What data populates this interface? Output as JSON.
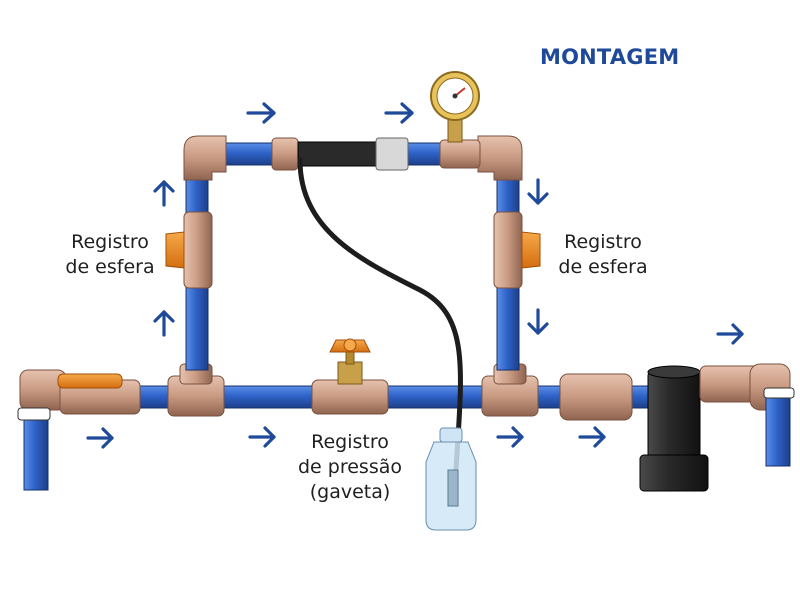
{
  "title": "MONTAGEM",
  "labels": {
    "left_valve_line1": "Registro",
    "left_valve_line2": "de esfera",
    "right_valve_line1": "Registro",
    "right_valve_line2": "de esfera",
    "gate_valve_line1": "Registro",
    "gate_valve_line2": "de pressão",
    "gate_valve_line3": "(gaveta)"
  },
  "colors": {
    "pipe_blue": "#2f63c8",
    "fitting_tan": "#c99a82",
    "handle_orange": "#ef8a1e",
    "arrow_blue": "#1f4a9a",
    "filter_dark": "#2a2a2a",
    "hose": "#1d1d1d",
    "gauge_brass": "#d6b24a"
  },
  "icons": {
    "flow_arrow": "arrow-right-icon",
    "flow_arrow_up": "arrow-up-icon",
    "flow_arrow_down": "arrow-down-icon",
    "pressure_gauge": "pressure-gauge-icon",
    "filter": "filter-icon",
    "bottle": "bottle-icon"
  }
}
